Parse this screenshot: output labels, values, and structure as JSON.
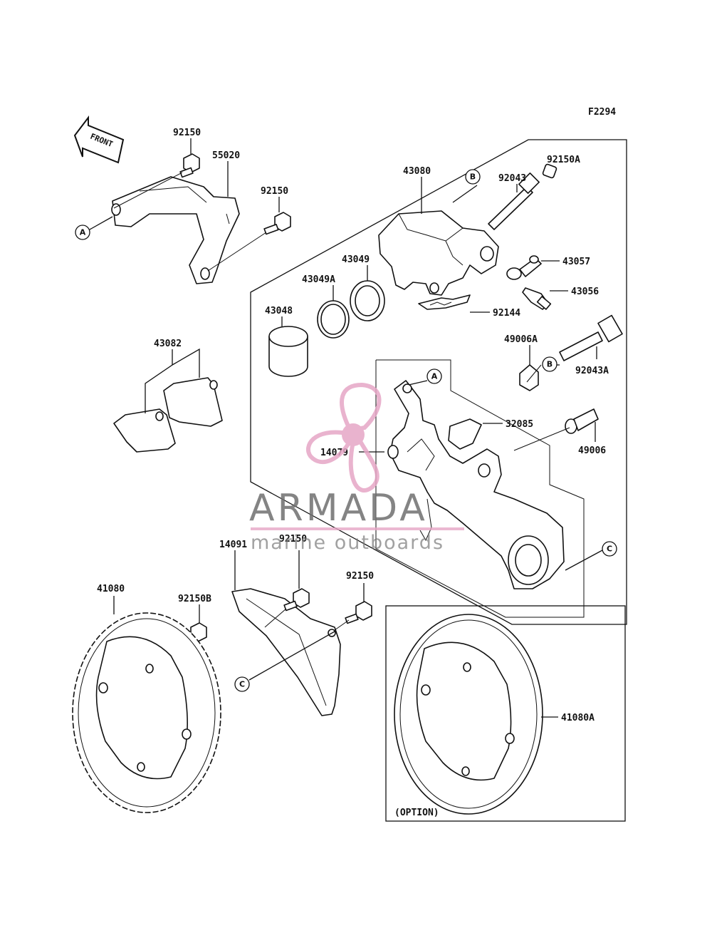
{
  "figure_code": "F2294",
  "front_label": "FRONT",
  "option_label": "(OPTION)",
  "watermark": {
    "brand": "ARMADA",
    "tagline": "marine outboards",
    "accent": "#e6a6c6",
    "grey": "#6f6f6f"
  },
  "callouts": {
    "p92150_a": "92150",
    "p55020": "55020",
    "p92150_b": "92150",
    "p43080": "43080",
    "p92150A": "92150A",
    "p92043": "92043",
    "p43057": "43057",
    "p43049": "43049",
    "p43049A": "43049A",
    "p43056": "43056",
    "p43048": "43048",
    "p92144": "92144",
    "p43082": "43082",
    "p49006A": "49006A",
    "p92043A": "92043A",
    "p32085": "32085",
    "p14079": "14079",
    "p49006": "49006",
    "p14091": "14091",
    "p92150_c": "92150",
    "p92150_d": "92150",
    "p41080": "41080",
    "p92150B": "92150B",
    "p41080A": "41080A"
  },
  "refs": {
    "A": "A",
    "B": "B",
    "C": "C"
  }
}
